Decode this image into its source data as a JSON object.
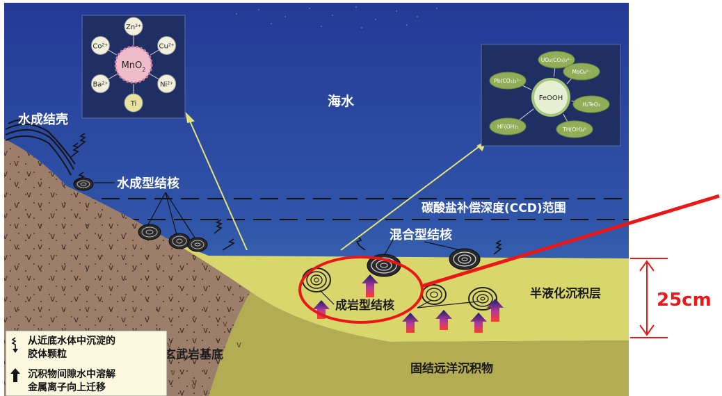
{
  "colors": {
    "sea_top": "#2c3f9a",
    "sea_bottom": "#3d6fb4",
    "sediment": "#d8d56a",
    "consolidated": "#b2ab4f",
    "basalt": "#9b7c6a",
    "arrow_yellow": "#e6e27a",
    "ion_green": "#8fae57",
    "ion_pink": "#efbccc",
    "red": "#e81818"
  },
  "labels": {
    "seawater": "海水",
    "hydrogenetic_crust": "水成结壳",
    "hydrogenetic_nodule": "水成型结核",
    "ccd": "碳酸盐补偿深度(CCD)范围",
    "mixed_nodule": "混合型结核",
    "diagenetic_nodule": "成岩型结核",
    "semi_liquid_layer": "半液化沉积层",
    "basalt_base": "玄武岩基底",
    "consolidated_sediment": "固结远洋沉积物",
    "depth": "25cm"
  },
  "legend": {
    "item1_line1": "从近底水体中沉淀的",
    "item1_line2": "胶体颗粒",
    "item2_line1": "沉积物间隙水中溶解",
    "item2_line2": "金属离子向上迁移"
  },
  "inset_mno2": {
    "center": "MnO",
    "center_sub": "2",
    "ions": [
      {
        "base": "Zn",
        "sup": "2+"
      },
      {
        "base": "Cu",
        "sup": "2+"
      },
      {
        "base": "Ni",
        "sup": "2+"
      },
      {
        "base": "Ti",
        "sup": ""
      },
      {
        "base": "Ba",
        "sup": "2+"
      },
      {
        "base": "Co",
        "sup": "2+"
      }
    ]
  },
  "inset_feooh": {
    "center": "FeOOH",
    "ions": [
      "UO₂(CO₃)₃⁴⁻",
      "MoO₄²⁻",
      "H₂TeO₃",
      "TH(OH)₄⁰",
      "HF(OH)₅",
      "Pb(CO₃)₂²⁻"
    ]
  }
}
